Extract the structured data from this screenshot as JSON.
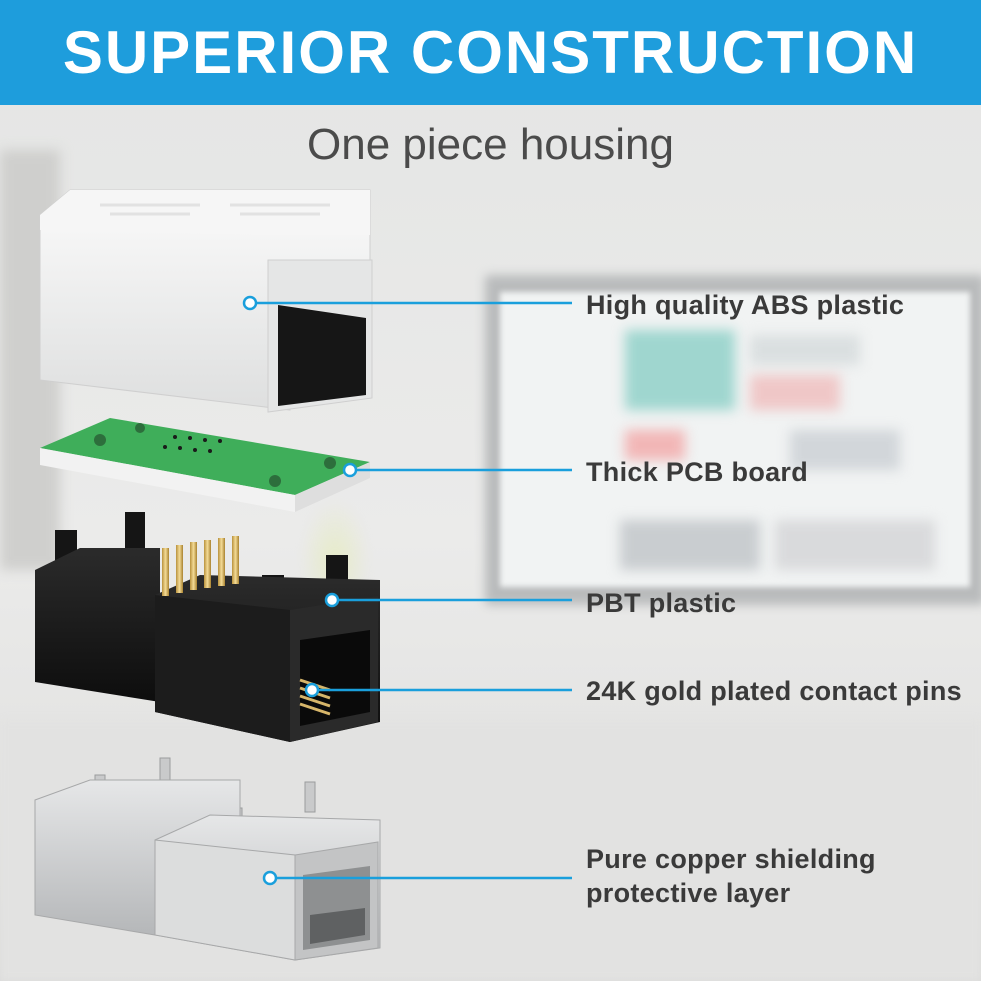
{
  "header": {
    "title": "SUPERIOR CONSTRUCTION",
    "subtitle": "One piece housing"
  },
  "callouts": [
    {
      "label": "High quality ABS plastic"
    },
    {
      "label": "Thick PCB board"
    },
    {
      "label": "PBT plastic"
    },
    {
      "label": "24K gold plated contact pins"
    },
    {
      "label": "Pure copper shielding protective layer"
    }
  ],
  "colors": {
    "banner": "#1e9ddc",
    "callout_line": "#1a9fdc",
    "pcb": "#3fae5a",
    "gold": "#d7b66a"
  }
}
